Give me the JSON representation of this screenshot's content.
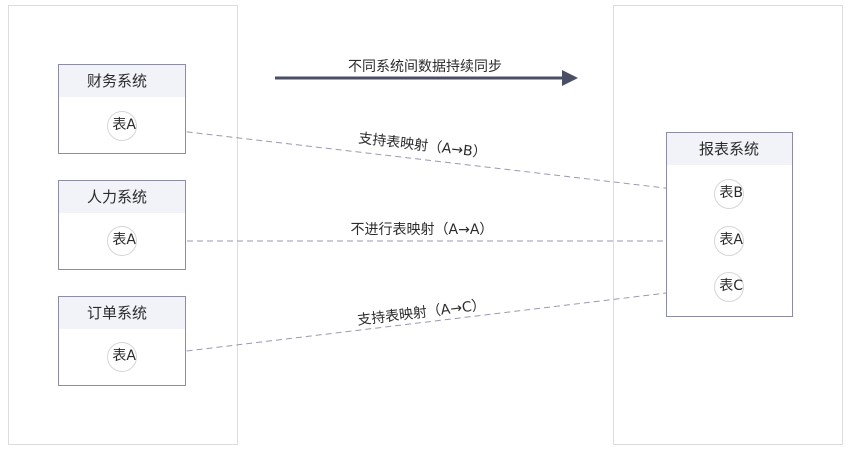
{
  "sync_banner": {
    "label": "不同系统间数据持续同步"
  },
  "left_systems": [
    {
      "title": "财务系统",
      "table": "表A"
    },
    {
      "title": "人力系统",
      "table": "表A"
    },
    {
      "title": "订单系统",
      "table": "表A"
    }
  ],
  "report_system": {
    "title": "报表系统",
    "tables": [
      "表B",
      "表A",
      "表C"
    ]
  },
  "links": [
    {
      "label": "支持表映射（A→B）"
    },
    {
      "label": "不进行表映射（A→A）"
    },
    {
      "label": "支持表映射（A→C）"
    }
  ],
  "colors": {
    "box_border": "#8c8ca3",
    "title_bg": "#f2f3f9",
    "arrow": "#4a4f66",
    "dashed_link": "#9a9ab0"
  }
}
